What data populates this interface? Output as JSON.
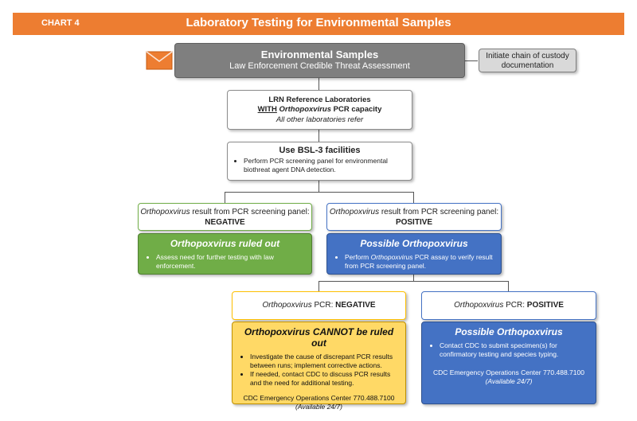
{
  "header": {
    "chart_label": "CHART 4",
    "title": "Laboratory Testing for Environmental Samples"
  },
  "colors": {
    "header": "#ed7d31",
    "envelope": "#ed7d31",
    "green": "#70ad47",
    "blue": "#4472c4",
    "gold": "#ffd966"
  },
  "icons": {
    "envelope": "envelope-icon"
  },
  "env": {
    "title": "Environmental Samples",
    "subtitle": "Law Enforcement Credible Threat Assessment"
  },
  "custody": {
    "line1": "Initiate chain of custody",
    "line2": "documentation"
  },
  "lrn": {
    "line1": "LRN Reference Laboratories",
    "with": "WITH",
    "ortho": "Orthopoxvirus",
    "pcr": " PCR capacity",
    "line3": "All other laboratories refer"
  },
  "bsl": {
    "title": "Use BSL-3 facilities",
    "bullet": "Perform PCR screening panel for environmental biothreat agent DNA detection."
  },
  "screen_neg": {
    "ortho": "Orthopoxvirus",
    "text": " result from PCR screening panel: ",
    "result": "NEGATIVE"
  },
  "screen_pos": {
    "ortho": "Orthopoxvirus",
    "text": " result from PCR screening panel: ",
    "result": "POSITIVE"
  },
  "ruled_out": {
    "title": "Orthopoxvirus ruled out",
    "bullet": "Assess need for further testing with law enforcement."
  },
  "possible1": {
    "title": "Possible Orthopoxvirus",
    "bullet_pre": "Perform ",
    "bullet_ortho": "Orthopoxvirus",
    "bullet_post": " PCR assay to verify result from PCR screening panel."
  },
  "pcr_neg": {
    "ortho": "Orthopoxvirus",
    "text": " PCR: ",
    "result": "NEGATIVE"
  },
  "pcr_pos": {
    "ortho": "Orthopoxvirus",
    "text": " PCR: ",
    "result": "POSITIVE"
  },
  "cannot": {
    "title": "Orthopoxvirus CANNOT be ruled out",
    "bullets": [
      "Investigate the cause of discrepant PCR results between runs; implement corrective actions.",
      "If needed, contact CDC to discuss PCR results and the need for additional testing."
    ],
    "eoc": "CDC Emergency Operations Center 770.488.7100",
    "avail": "(Available 24/7)"
  },
  "possible2": {
    "title": "Possible Orthopoxvirus",
    "bullet": "Contact CDC to submit specimen(s) for confirmatory testing and species typing.",
    "eoc": "CDC Emergency Operations Center 770.488.7100",
    "avail": "(Available 24/7)"
  }
}
